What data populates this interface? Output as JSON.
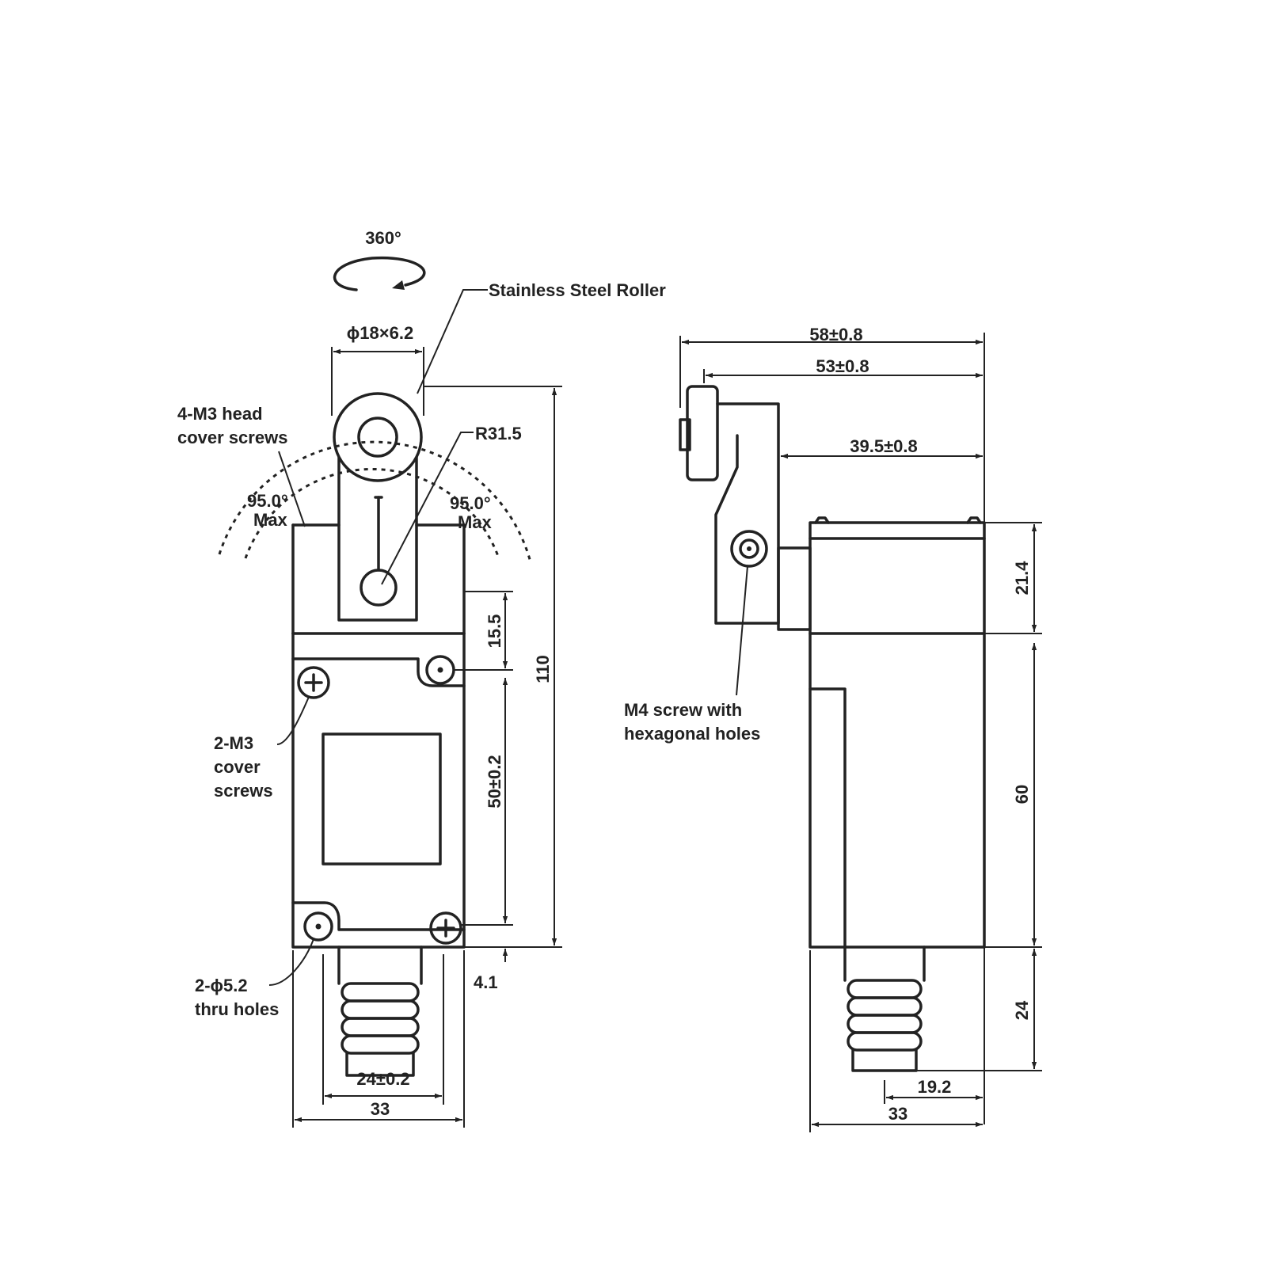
{
  "front_view": {
    "rotation": "360°",
    "roller_label": "Stainless Steel Roller",
    "roller_dim": "ϕ18×6.2",
    "head_screws": [
      "4-M3 head",
      "cover screws"
    ],
    "radius": "R31.5",
    "angle_left": [
      "95.0°",
      "Max"
    ],
    "angle_right": [
      "95.0°",
      "Max"
    ],
    "cover_screws": [
      "2-M3",
      "cover",
      "screws"
    ],
    "thru_holes": [
      "2-ϕ5.2",
      "thru holes"
    ],
    "dim_15_5": "15.5",
    "dim_50": "50±0.2",
    "dim_110": "110",
    "dim_4_1": "4.1",
    "dim_24": "24±0.2",
    "dim_33": "33"
  },
  "side_view": {
    "dim_58": "58±0.8",
    "dim_53": "53±0.8",
    "dim_39_5": "39.5±0.8",
    "dim_21_4": "21.4",
    "dim_60": "60",
    "dim_24": "24",
    "dim_19_2": "19.2",
    "dim_33": "33",
    "m4_screw": [
      "M4 screw with",
      "hexagonal holes"
    ]
  }
}
